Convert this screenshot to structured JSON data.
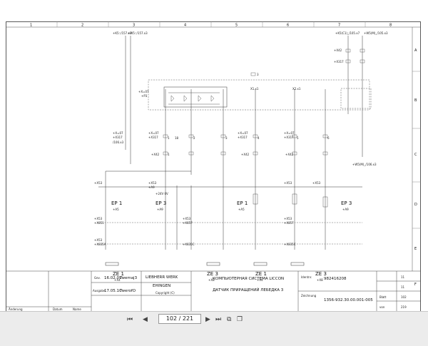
{
  "sheet": {
    "columns": [
      "1",
      "2",
      "3",
      "4",
      "5",
      "6",
      "7",
      "8"
    ],
    "rows": [
      "A",
      "B",
      "C",
      "D",
      "E",
      "F"
    ],
    "labels": {
      "x5a_top": "+K5::/157.x3",
      "x5a_pin": "+W5::/157.x3",
      "top_right_a": "+K5(C1)_/105.x7",
      "top_right_b": "+W5(M)_/105.x3",
      "x42_a": "+X42",
      "x317_a": "+X317",
      "x3_marker": "3",
      "p3_a": "+X=07",
      "p3_b": "+P3",
      "r_b1": "X1.x1",
      "r_b2": "X2.x1",
      "x307_1": "+X=07",
      "x317_1": "+X317",
      "x317_1b": "/106.x3",
      "x307_2": "+X=07",
      "x317_2": "+X317",
      "x307_3": "+X=07",
      "x317_3": "+X317",
      "x307_4": "+X=07",
      "x317_4": "+X317",
      "x42_1": "+X42",
      "x42_2": "+X42",
      "x42_3": "+X42",
      "right_c": "+W5(M)_/106.x3",
      "x53_a": "+X53",
      "x53_b": "+X53",
      "x53_c": "+X53",
      "x53_d": "+X53",
      "a9_a": "+A9",
      "v24": "+24V  0V",
      "ep1_a": "EP 1",
      "ep1_a_sub": "+A5",
      "ep3_a": "EP 3",
      "ep3_a_sub": "+A9",
      "ep1_b": "EP 1",
      "ep1_b_sub": "+A5",
      "ep3_b": "EP 3",
      "ep3_b_sub": "+A9",
      "x53_e": "+X53",
      "x53_f": "+X53",
      "x53_g": "+X53",
      "x53_h": "+X53",
      "x851": "+X851",
      "x857": "+X857",
      "x835c_a": "+X835C",
      "x835c_b": "+X835C",
      "x835a": "+X835A",
      "x4": "+X4",
      "x8": "+X8",
      "ze1_a": "ZE 1",
      "ze1_a_sub": "+X4",
      "ze3_a": "ZE 3",
      "ze3_a_sub": "+X8",
      "ze1_b": "ZE 1",
      "ze1_b_sub": "+X4",
      "ze3_b": "ZE 3",
      "ze3_b_sub": "+X8",
      "n1a": "1",
      "n1b": "1",
      "n18": "18",
      "n2": "2",
      "n3": "3",
      "n4": "4",
      "n5": "5",
      "n6": "6"
    },
    "titleblock": {
      "gev_label": "Gev.",
      "gev_date": "16.02.09",
      "gev_name": "Twemaj3",
      "ausgabe_label": "Ausgabe",
      "ausgabe_date": "17.05.10",
      "ausgabe_name": "TwerofO",
      "company": "LIEBHERR WERK",
      "city": "EHINGEN",
      "copyright": "Copyright (C)",
      "title_line1": "КОМПЬЮТЕРНАЯ СИСТЕМА LICCON",
      "title_line2": "ДАТЧИК ПРИРАЩЕНИЙ ЛЕБЕДКА 3",
      "ident_label": "Identnr.",
      "ident_value": "982416208",
      "zeich_label": "Zeichnung",
      "zeich_value": "1356-932.30.00.001-005",
      "bl1": "11",
      "bl2": "11",
      "blatt_label": "Blatt",
      "blatt_value": "102",
      "von_label": "von",
      "von_value": "219",
      "aenderung": "Änderung",
      "datum": "Datum",
      "name": "Name"
    }
  },
  "toolbar": {
    "first_icon": "first-page-icon",
    "prev_icon": "prev-page-icon",
    "page_value": "102 / 221",
    "next_icon": "next-page-icon",
    "last_icon": "last-page-icon",
    "fit_icon": "fit-page-icon",
    "double_icon": "two-page-icon",
    "single_icon": "single-page-icon"
  }
}
